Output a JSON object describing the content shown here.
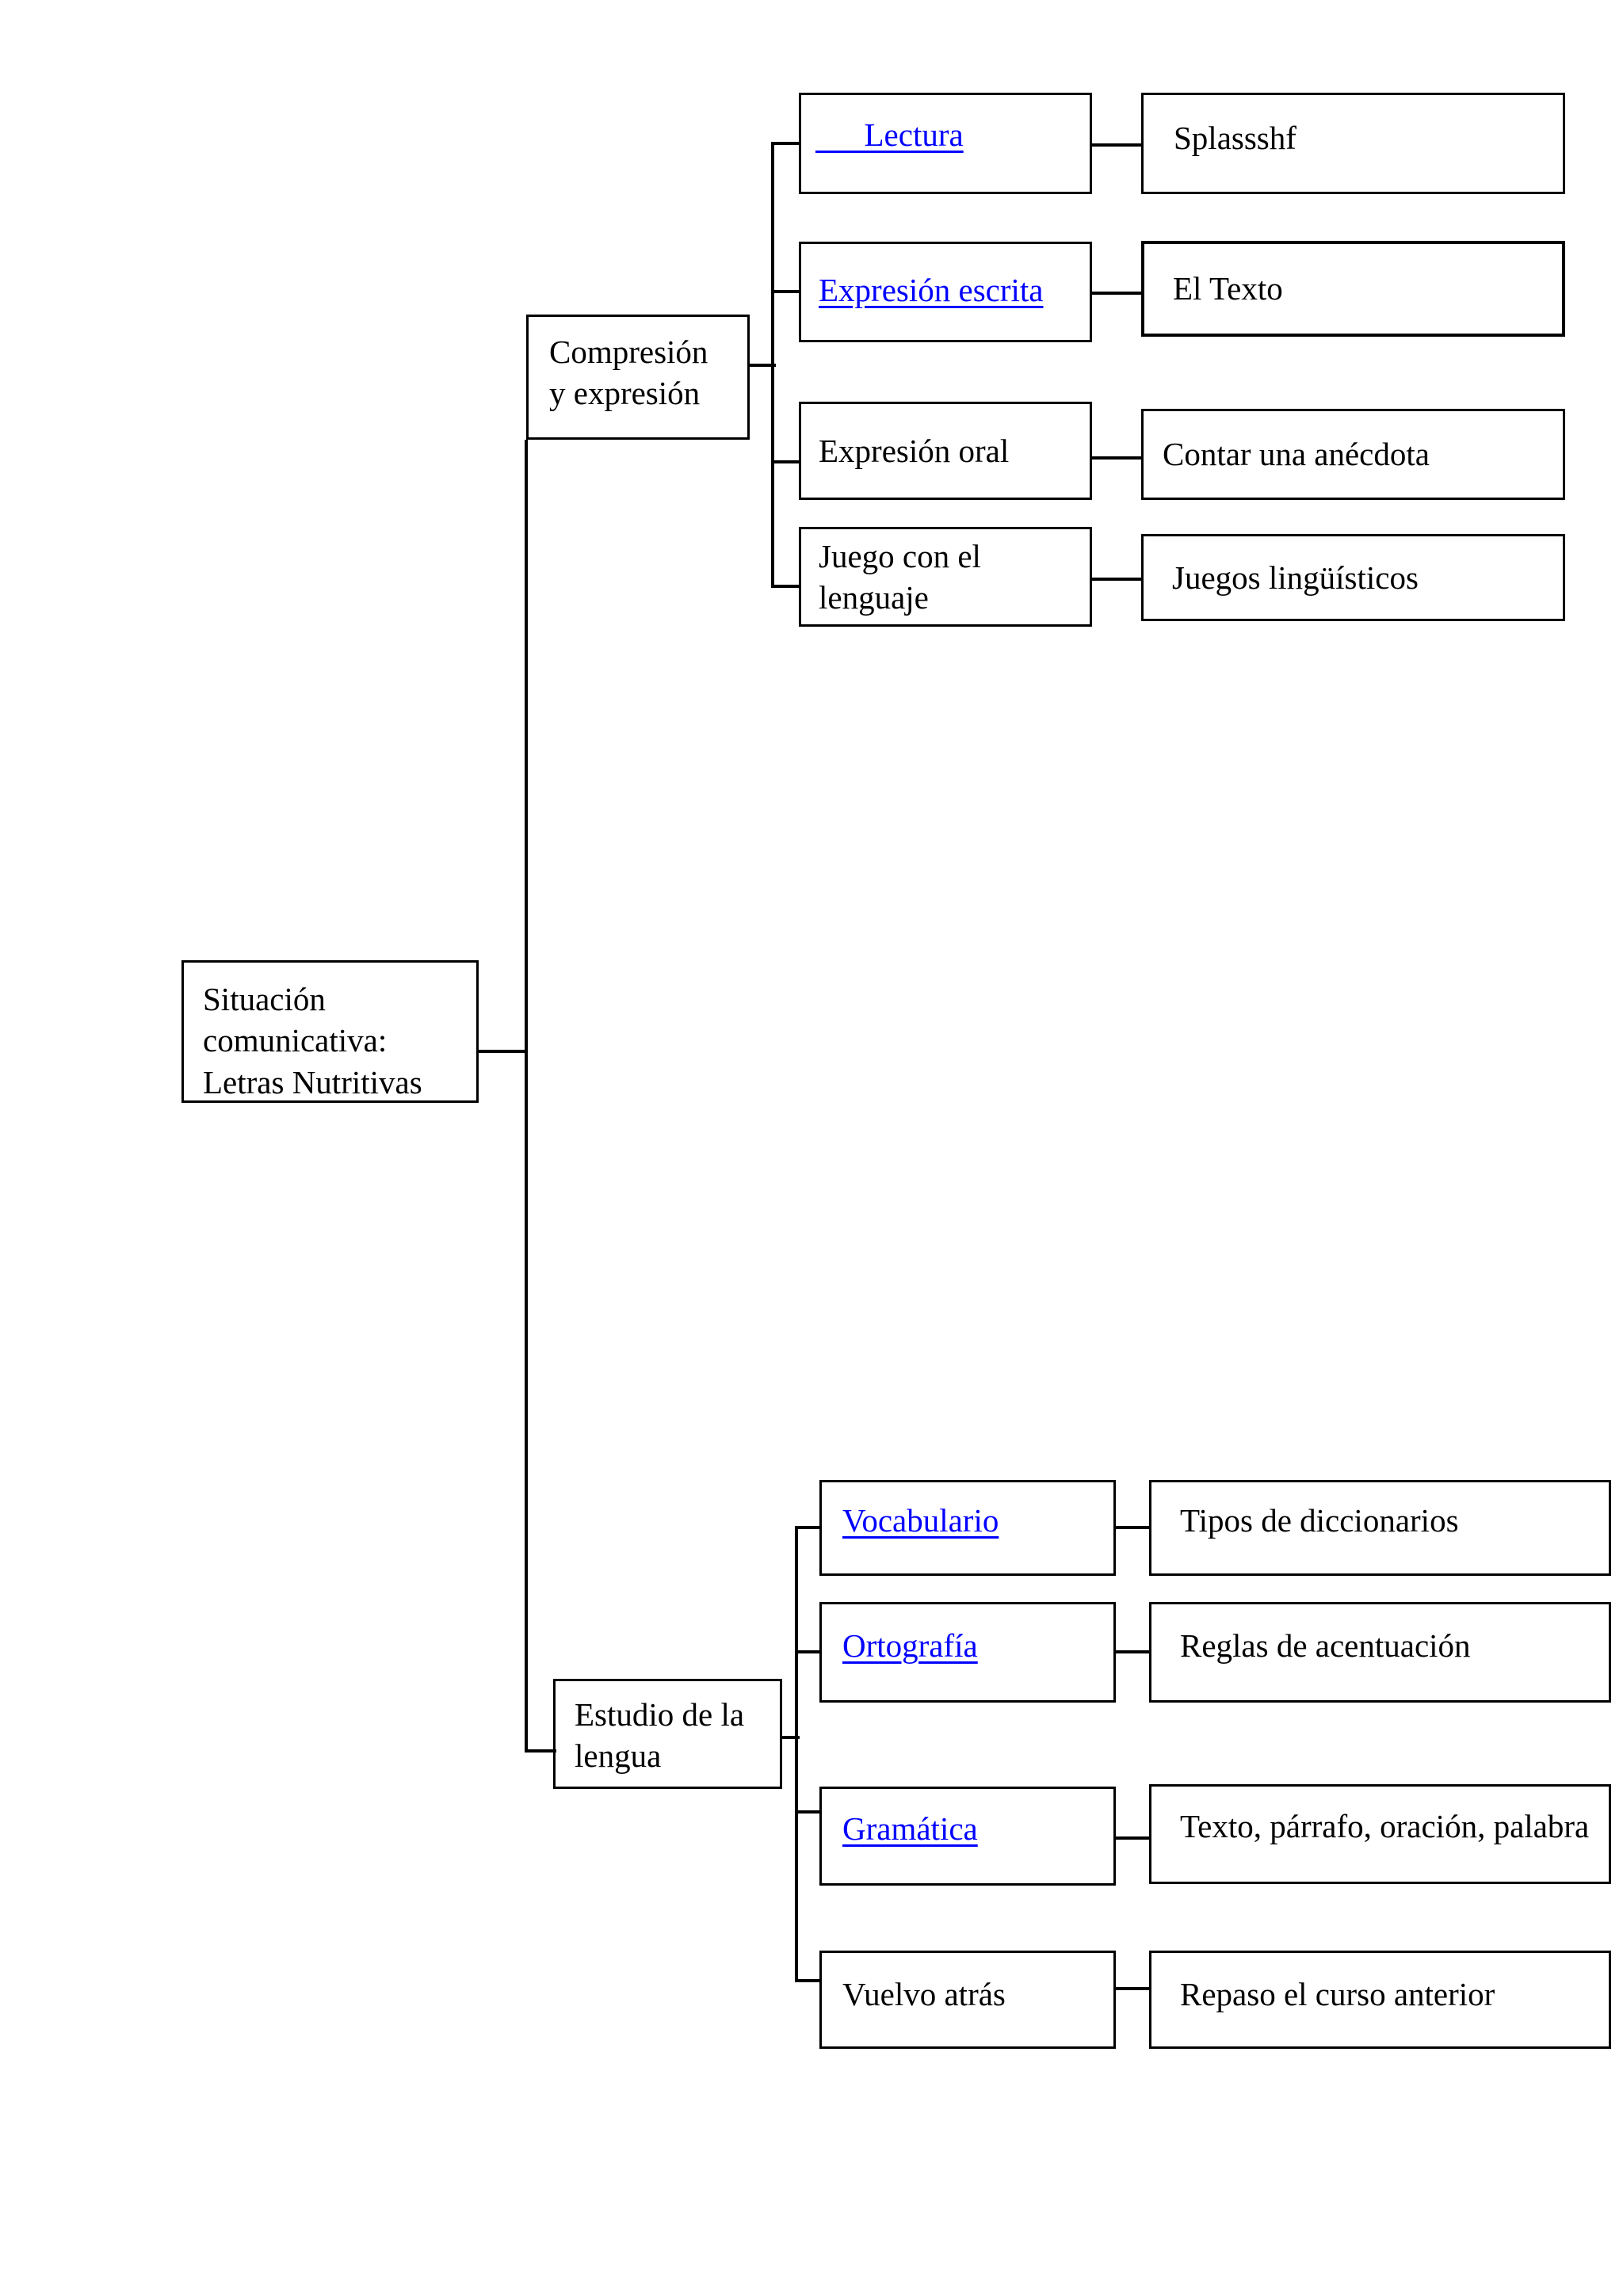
{
  "diagram": {
    "title_node": {
      "lines": [
        "Situación",
        "comunicativa:",
        "Letras Nutritivas"
      ]
    },
    "branches": [
      {
        "id": "compresion-y-expresion",
        "label_lines": [
          "Compresión",
          "y expresión"
        ],
        "children": [
          {
            "topic": "Lectura",
            "topic_lead": "      ",
            "is_link": true,
            "detail": "Splassshf"
          },
          {
            "topic": "Expresión escrita",
            "is_link": true,
            "detail": "El Texto"
          },
          {
            "topic": "Expresión oral",
            "is_link": false,
            "detail": "Contar una anécdota"
          },
          {
            "topic": "Juego con el lenguaje",
            "is_link": false,
            "detail": "Juegos lingüísticos"
          }
        ]
      },
      {
        "id": "estudio-de-la-lengua",
        "label_lines": [
          "Estudio de la",
          "lengua"
        ],
        "children": [
          {
            "topic": "Vocabulario",
            "is_link": true,
            "detail": "Tipos de diccionarios"
          },
          {
            "topic": "Ortografía",
            "is_link": true,
            "detail": "Reglas de acentuación"
          },
          {
            "topic": "Gramática",
            "is_link": true,
            "detail": "Texto, párrafo, oración, palabra"
          },
          {
            "topic": "Vuelvo atrás",
            "is_link": false,
            "detail": "Repaso el curso anterior"
          }
        ]
      }
    ],
    "colors": {
      "link_blue": "#0000FF",
      "line_black": "#000000",
      "background": "#FFFFFF"
    }
  }
}
